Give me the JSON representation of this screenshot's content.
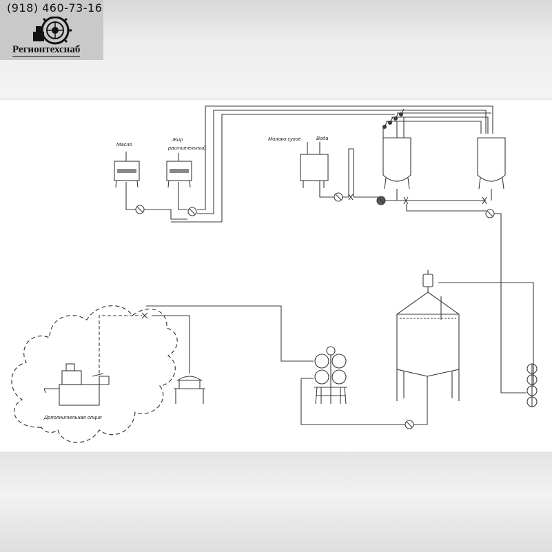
{
  "header": {
    "phone": "(918) 460-73-16",
    "brand": "Регионтехснаб"
  },
  "diagram": {
    "labels": {
      "oil": "Масло",
      "fat_line1": "Жир",
      "fat_line2": "растительный",
      "milk": "Молоко сухое",
      "water": "Вода",
      "optional": "Дополнительная опция"
    }
  },
  "colors": {
    "line": "#3a3a3a",
    "header_bg": "#c9c9c9",
    "text": "#111111"
  }
}
